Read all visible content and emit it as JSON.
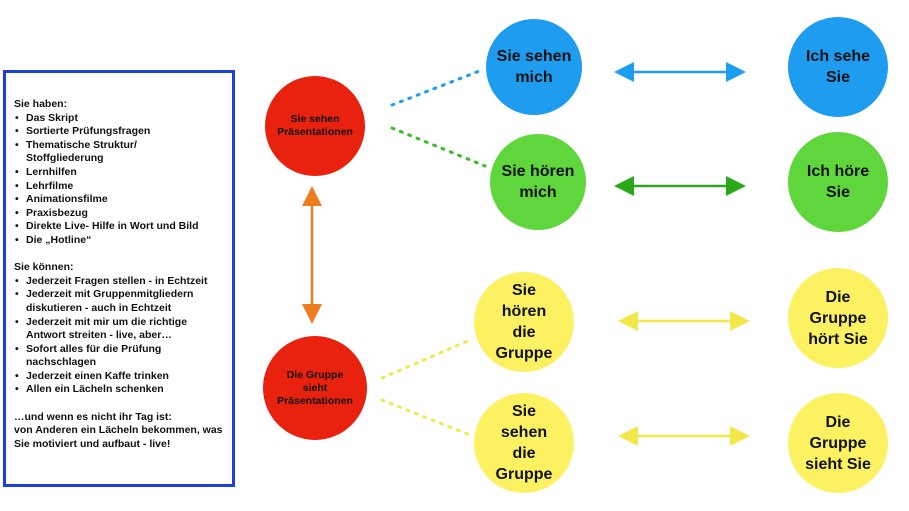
{
  "info": {
    "have_title": "Sie haben:",
    "have_items": [
      "Das Skript",
      "Sortierte Prüfungsfragen",
      "Thematische Struktur/ Stoffgliederung",
      "Lernhilfen",
      "Lehrfilme",
      "Animationsfilme",
      "Praxisbezug",
      "Direkte Live- Hilfe in Wort und Bild",
      "Die „Hotline“"
    ],
    "can_title": "Sie können:",
    "can_items": [
      "Jederzeit Fragen stellen - in Echtzeit",
      "Jederzeit mit Gruppenmitgliedern diskutieren - auch in Echtzeit",
      "Jederzeit mit mir um die richtige Antwort streiten - live, aber…",
      "Sofort alles für die Prüfung nachschlagen",
      "Jederzeit einen Kaffe trinken",
      "Allen ein Lächeln schenken"
    ],
    "closing_1": "…und wenn es nicht ihr Tag ist:",
    "closing_2": "von Anderen ein Lächeln bekommen, was Sie motiviert und aufbaut - live!"
  },
  "nodes": {
    "red_top": "Sie sehen Präsentationen",
    "red_bottom": "Die Gruppe sieht Präsentationen",
    "sie_sehen_mich": "Sie sehen mich",
    "sie_hoeren_mich": "Sie hören mich",
    "sie_hoeren_gruppe": "Sie hören die Gruppe",
    "sie_sehen_gruppe": "Sie sehen die Gruppe",
    "ich_sehe_sie": "Ich sehe Sie",
    "ich_hoere_sie": "Ich höre Sie",
    "gruppe_hoert": "Die Gruppe hört Sie",
    "gruppe_sieht": "Die Gruppe sieht Sie"
  },
  "colors": {
    "blue": "#1d9cf0",
    "green": "#5fd63c",
    "yellow": "#fbf161",
    "red": "#e8220f",
    "orange": "#ee7d22",
    "border": "#1c3fe2"
  }
}
